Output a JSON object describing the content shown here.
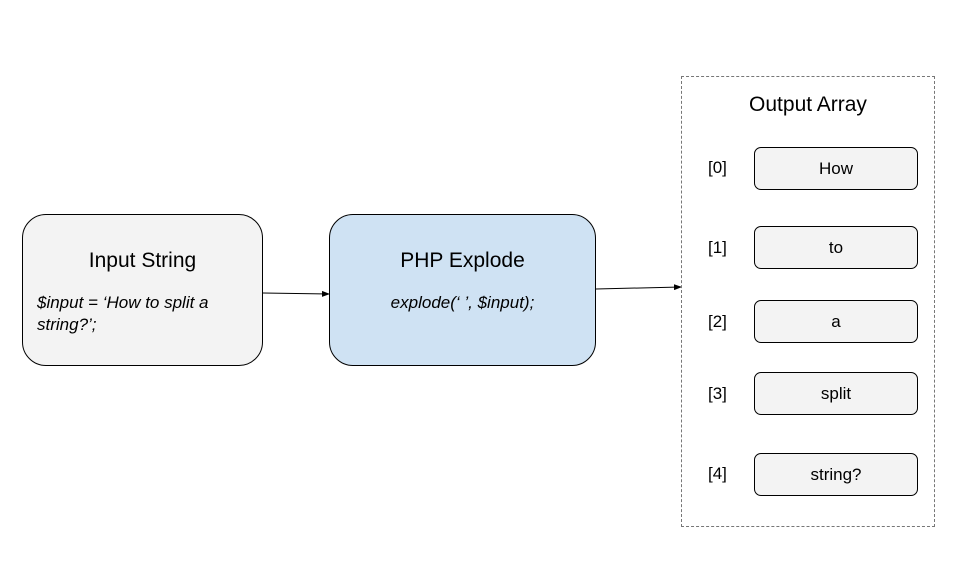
{
  "input_node": {
    "title": "Input String",
    "code": "$input = ‘How to split a string?’;"
  },
  "explode_node": {
    "title": "PHP Explode",
    "code": "explode(‘ ’, $input);"
  },
  "output_array": {
    "title": "Output Array",
    "items": [
      {
        "index": "[0]",
        "value": "How"
      },
      {
        "index": "[1]",
        "value": "to"
      },
      {
        "index": "[2]",
        "value": "a"
      },
      {
        "index": "[3]",
        "value": "split"
      },
      {
        "index": "[4]",
        "value": "string?"
      }
    ]
  },
  "colors": {
    "input_fill": "#f3f3f3",
    "explode_fill": "#cfe2f3",
    "element_fill": "#f3f3f3",
    "container_border": "#777777"
  }
}
